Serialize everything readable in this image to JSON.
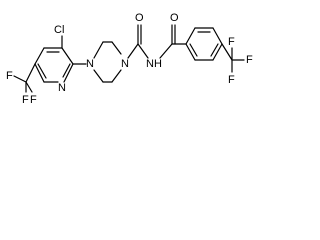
{
  "molecule": {
    "atoms": {
      "cl": "Cl",
      "n_piperazine_top": "N",
      "n_piperazine_bottom": "N",
      "o_urea": "O",
      "o_amide": "O",
      "nh_amide": "NH",
      "n_pyridine": "N",
      "cf3_left": {
        "f_top": "F",
        "f_bottom_left": "F",
        "f_bottom_right": "F"
      },
      "cf3_right": {
        "f_top": "F",
        "f_right": "F",
        "f_bottom": "F"
      }
    }
  }
}
